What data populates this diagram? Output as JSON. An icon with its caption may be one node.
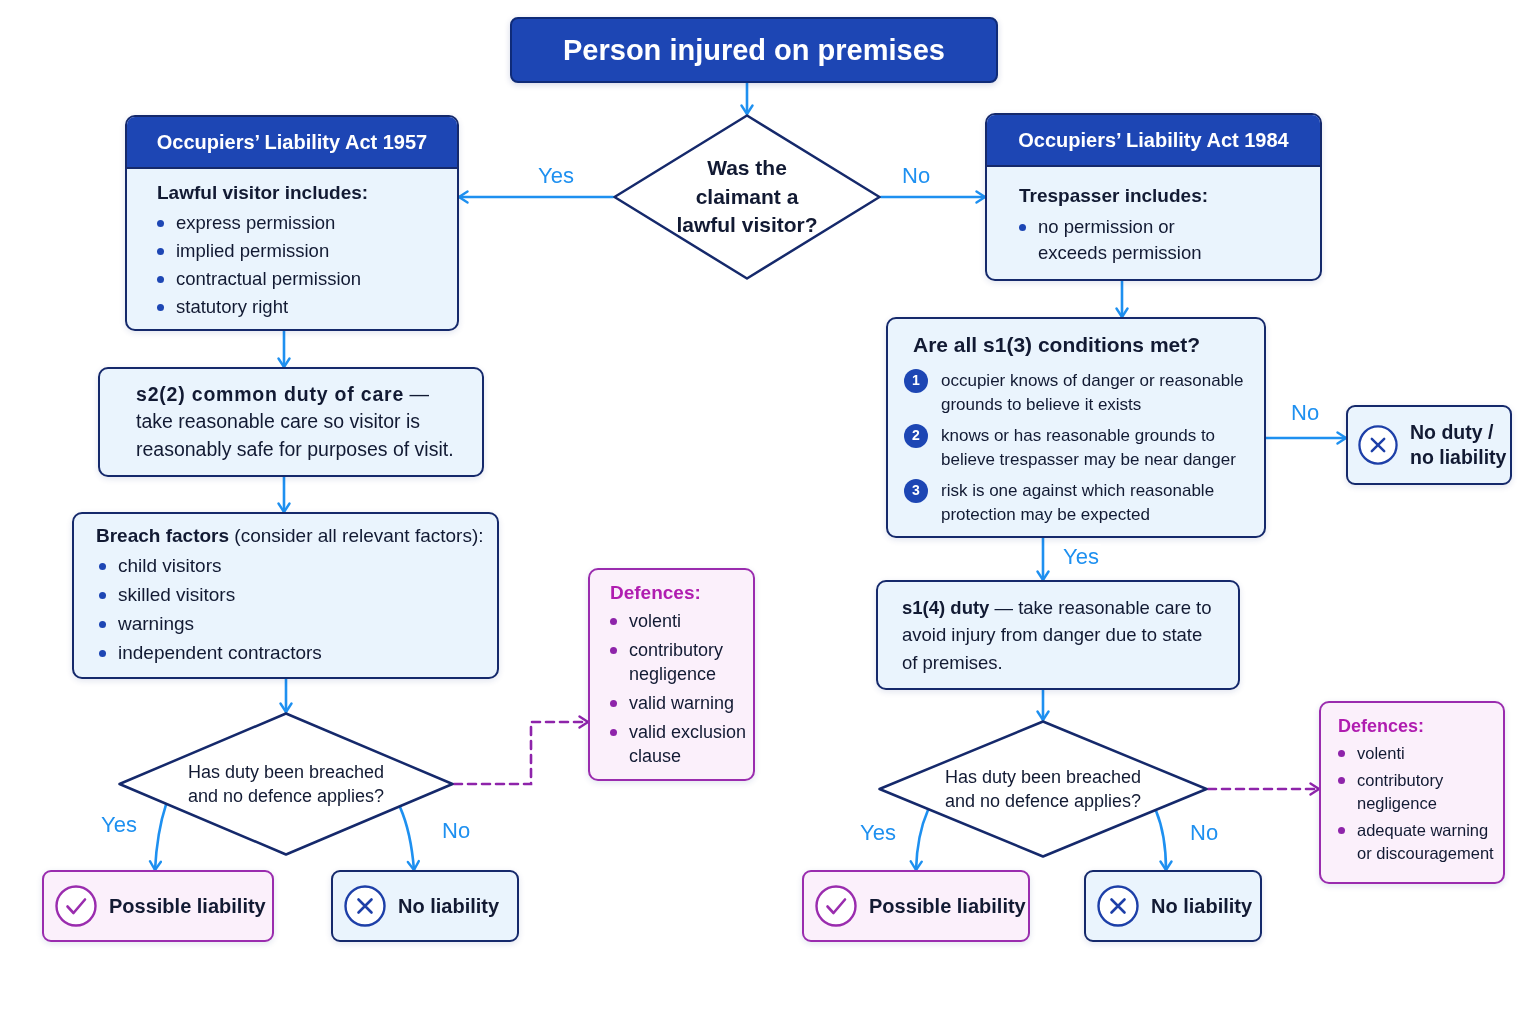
{
  "diagram": {
    "nodes": [
      {
        "text": [
          "Person injured on premises"
        ]
      },
      {
        "text": [
          "Was the claimant a lawful visitor?"
        ]
      },
      {
        "text": [
          "Occupiers’ Liability Act 1957",
          "Lawful visitor includes:",
          "express permission",
          "implied permission",
          "contractual permission",
          "statutory right"
        ]
      },
      {
        "text": [
          "Occupiers’ Liability Act 1984",
          "Trespasser includes:",
          "no permission or exceeds permission"
        ]
      },
      {
        "text": [
          "**s2(2) common duty of care** — take reasonable care so visitor is reasonably safe for purposes of visit."
        ]
      },
      {
        "text": [
          "Are all s1(3) conditions met?",
          "1",
          "occupier knows of danger or reasonable grounds to believe it exists",
          "2",
          "knows or has reasonable grounds to believe trespasser may be near danger",
          "3",
          "risk is one against which reasonable protection may be expected"
        ]
      },
      {
        "text": [
          "No duty / no liability"
        ]
      },
      {
        "text": [
          "**Breach factors** (consider all relevant factors):",
          "child visitors",
          "skilled visitors",
          "warnings",
          "independent contractors"
        ]
      },
      {
        "text": [
          "Defences:",
          "volenti",
          "contributory negligence",
          "valid warning",
          "valid exclusion clause"
        ]
      },
      {
        "text": [
          "**s1(4) duty** — take reasonable care to avoid injury from danger due to state of premises."
        ]
      },
      {
        "text": [
          "Has duty been breached and no defence applies?"
        ]
      },
      {
        "text": [
          "Has duty been breached and no defence applies?"
        ]
      },
      {
        "text": [
          "Defences:",
          "volenti",
          "contributory negligence",
          "adequate warning or discouragement"
        ]
      },
      {
        "text": [
          "Possible liability"
        ]
      },
      {
        "text": [
          "No liability"
        ]
      },
      {
        "text": [
          "Possible liability"
        ]
      },
      {
        "text": [
          "No liability"
        ]
      }
    ],
    "edges": [
      {
        "from": 0,
        "to": 1,
        "arrow": "to"
      },
      {
        "from": 1,
        "to": 2,
        "arrow": "to",
        "label": "Yes"
      },
      {
        "from": 1,
        "to": 3,
        "arrow": "to",
        "label": "No"
      },
      {
        "from": 2,
        "to": 4,
        "arrow": "to"
      },
      {
        "from": 4,
        "to": 7,
        "arrow": "to"
      },
      {
        "from": 7,
        "to": 10,
        "arrow": "to"
      },
      {
        "from": 10,
        "to": 8,
        "arrow": "to",
        "style": "dashed",
        "color": "#8e24aa"
      },
      {
        "from": 10,
        "to": 13,
        "arrow": "to",
        "label": "Yes"
      },
      {
        "from": 10,
        "to": 14,
        "arrow": "to",
        "label": "No"
      },
      {
        "from": 3,
        "to": 5,
        "arrow": "to"
      },
      {
        "from": 5,
        "to": 6,
        "arrow": "to",
        "label": "No"
      },
      {
        "from": 5,
        "to": 9,
        "arrow": "to",
        "label": "Yes"
      },
      {
        "from": 9,
        "to": 11,
        "arrow": "to"
      },
      {
        "from": 11,
        "to": 12,
        "arrow": "to",
        "style": "dashed",
        "color": "#8e24aa"
      },
      {
        "from": 11,
        "to": 15,
        "arrow": "to",
        "label": "Yes"
      },
      {
        "from": 11,
        "to": 16,
        "arrow": "to",
        "label": "No"
      }
    ]
  }
}
